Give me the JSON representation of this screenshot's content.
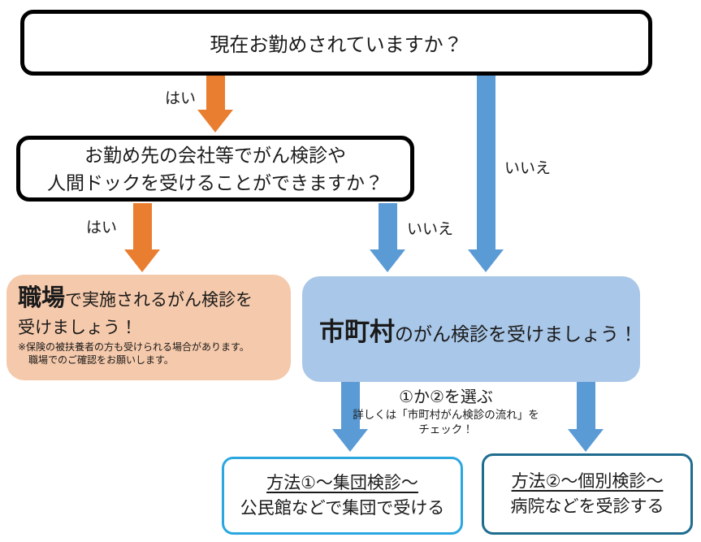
{
  "colors": {
    "yes_arrow_orange": "#E97E30",
    "no_arrow_blue": "#5B9BD5",
    "workplace_box_fill": "#F5C9AB",
    "municipal_box_fill": "#A9C7E8",
    "question_box_border": "#000000",
    "method1_box_border": "#2BA7E0",
    "method2_box_border": "#1F6C8F"
  },
  "flowchart": {
    "q1": {
      "text": "現在お勤めされていますか？"
    },
    "q2": {
      "line1": "お勤め先の会社等でがん検診や",
      "line2": "人間ドックを受けることができますか？"
    },
    "labels": {
      "yes1": "はい",
      "no1": "いいえ",
      "yes2": "はい",
      "no2": "いいえ"
    },
    "workplace": {
      "emphasis": "職場",
      "rest": "で実施されるがん検診を",
      "line2": "受けましょう！",
      "note1": "※保険の被扶養者の方も受けられる場合があります。",
      "note2": "職場でのご確認をお願いします。"
    },
    "municipal": {
      "emphasis": "市町村",
      "rest": "のがん検診を受けましょう！"
    },
    "choose": {
      "line1": "①か②を選ぶ",
      "line2": "詳しくは「市町村がん検診の流れ」を",
      "line3": "チェック！"
    },
    "method1": {
      "title": "方法①～集団検診～",
      "desc": "公民館などで集団で受ける"
    },
    "method2": {
      "title": "方法②～個別検診～",
      "desc": "病院などを受診する"
    }
  }
}
